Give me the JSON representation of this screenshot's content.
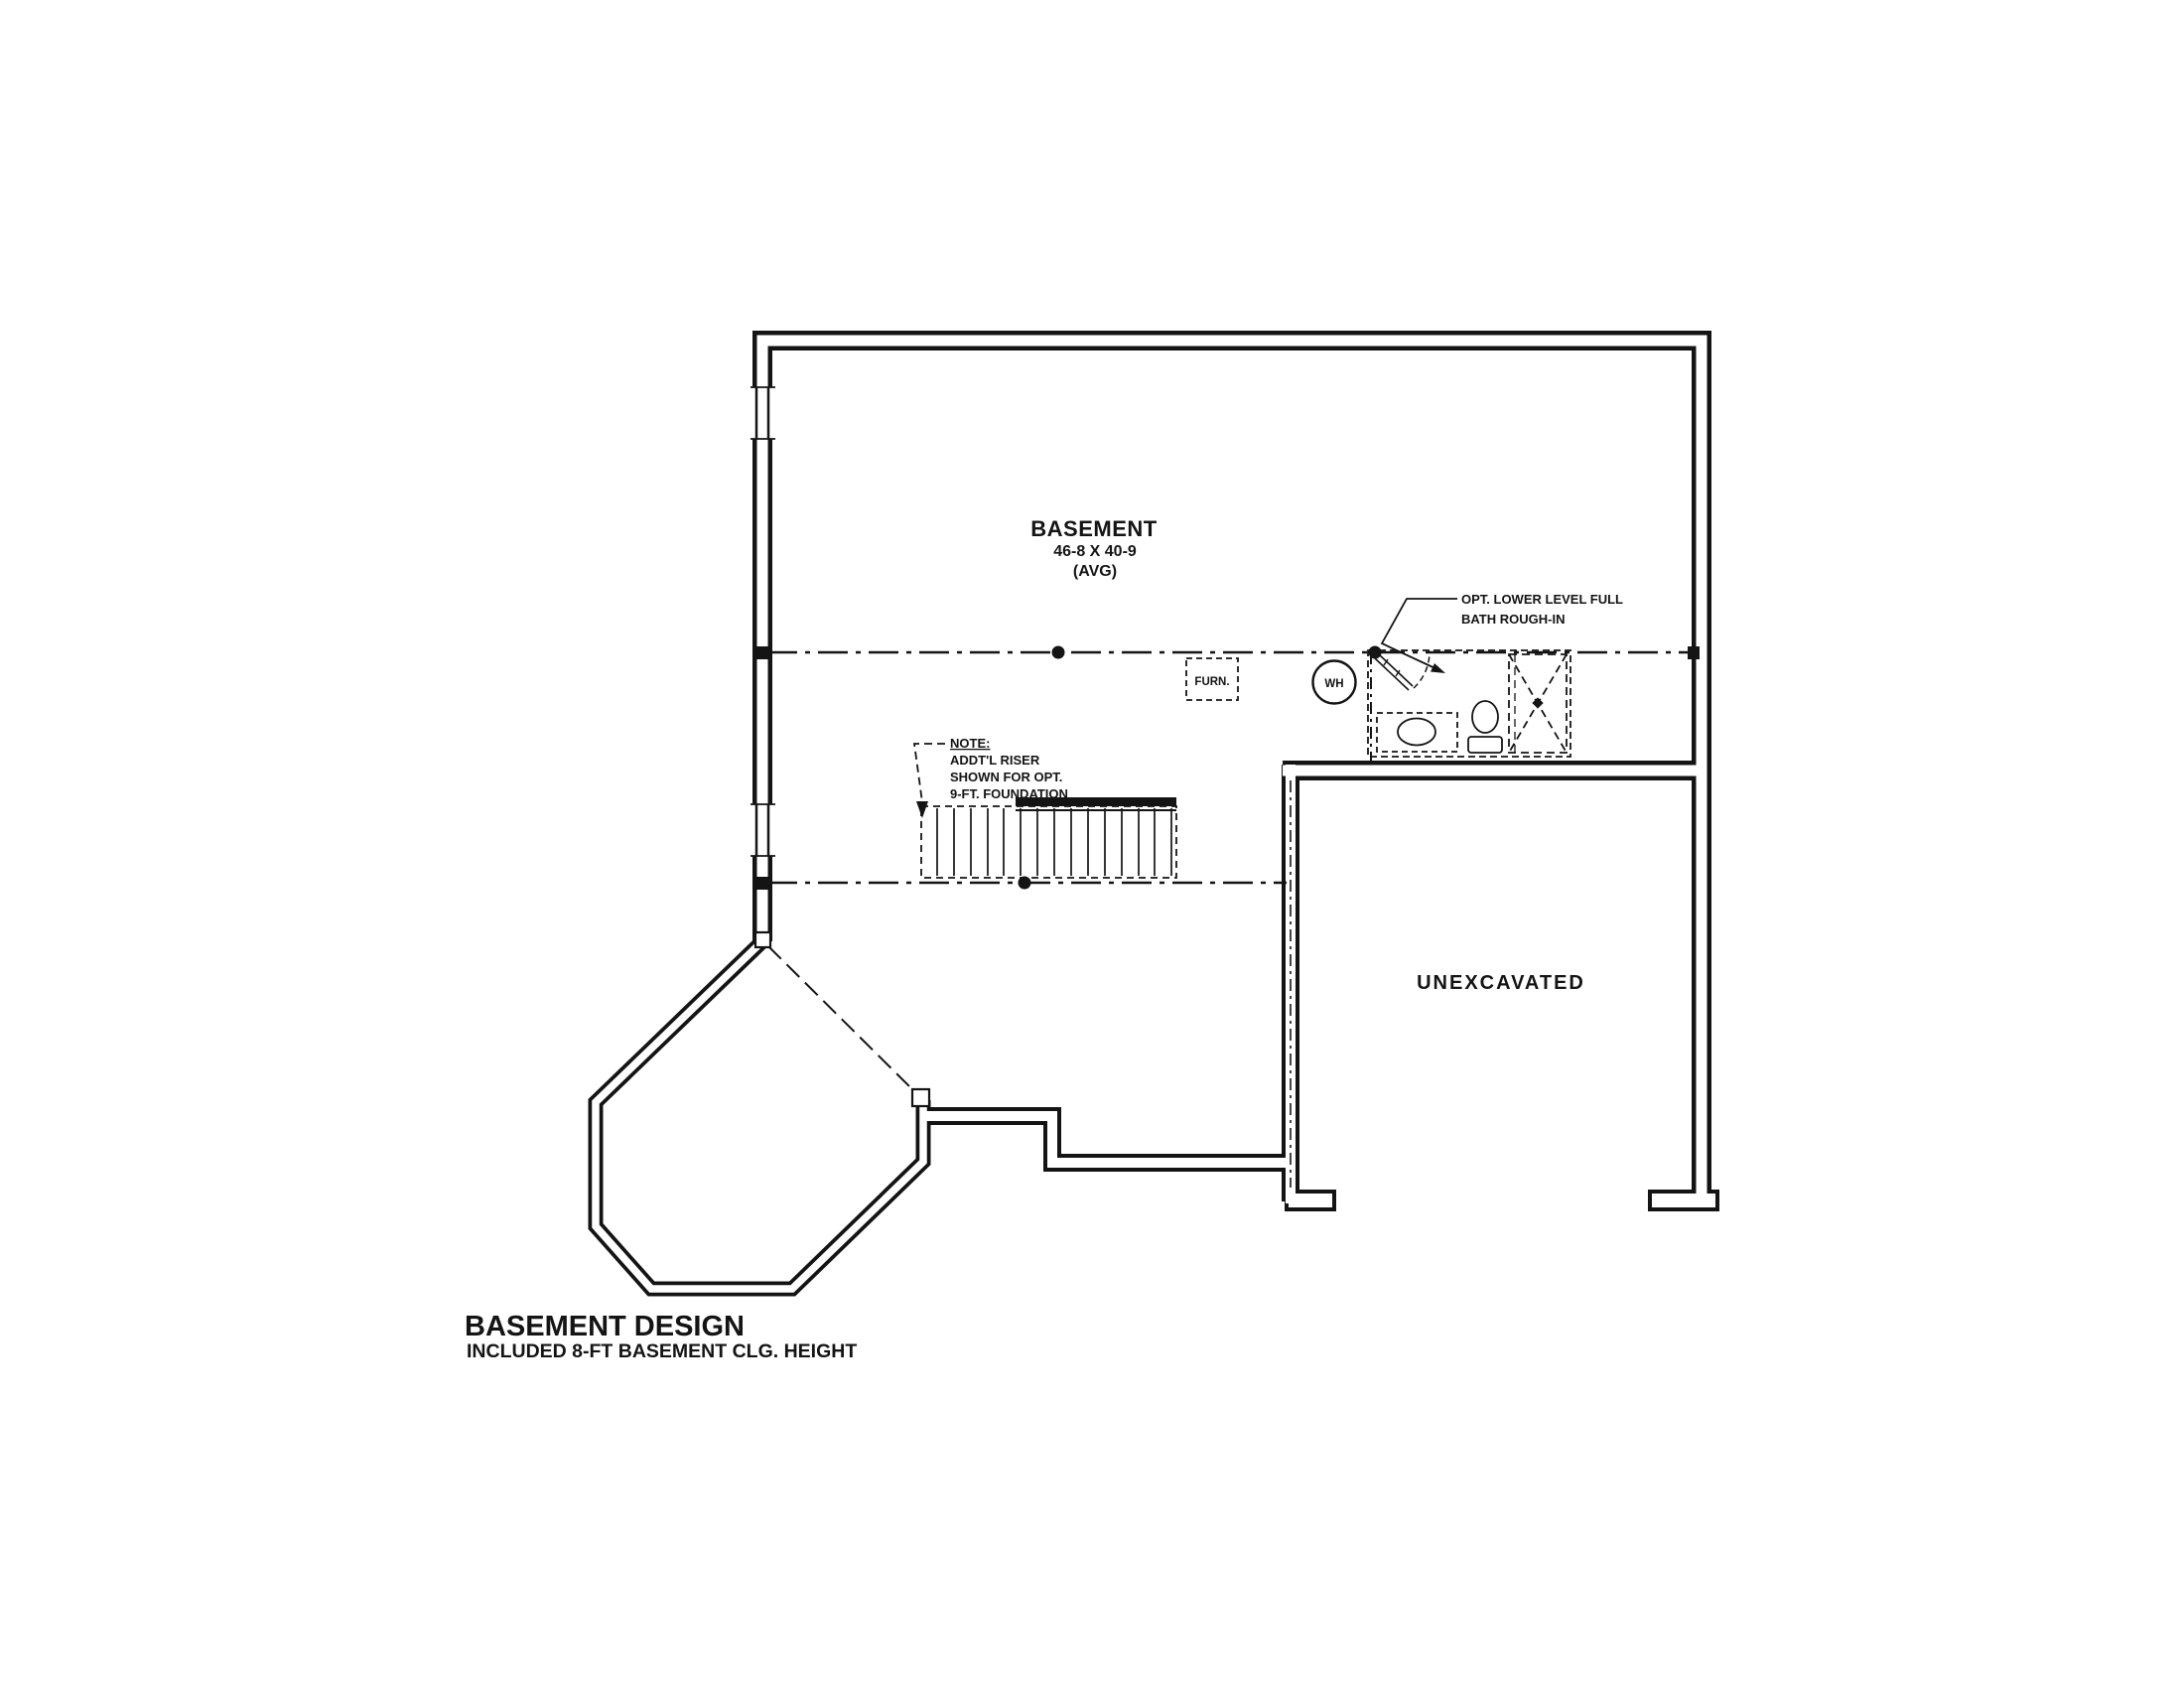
{
  "title_block": {
    "title": "BASEMENT DESIGN",
    "subtitle": "INCLUDED 8-FT BASEMENT CLG. HEIGHT"
  },
  "labels": {
    "basement": {
      "name": "BASEMENT",
      "dimensions": "46-8 X 40-9",
      "qualifier": "(AVG)"
    },
    "unexcavated": "UNEXCAVATED",
    "furnace": "FURN.",
    "water_heater": "WH"
  },
  "annotations": {
    "bath_note": {
      "line1": "OPT.  LOWER LEVEL FULL",
      "line2": "BATH ROUGH-IN"
    },
    "stair_note": {
      "heading": "NOTE:",
      "line1": "ADDT'L RISER",
      "line2": "SHOWN FOR OPT.",
      "line3": "9-FT. FOUNDATION"
    }
  },
  "colors": {
    "ink": "#141414",
    "paper": "#ffffff"
  }
}
